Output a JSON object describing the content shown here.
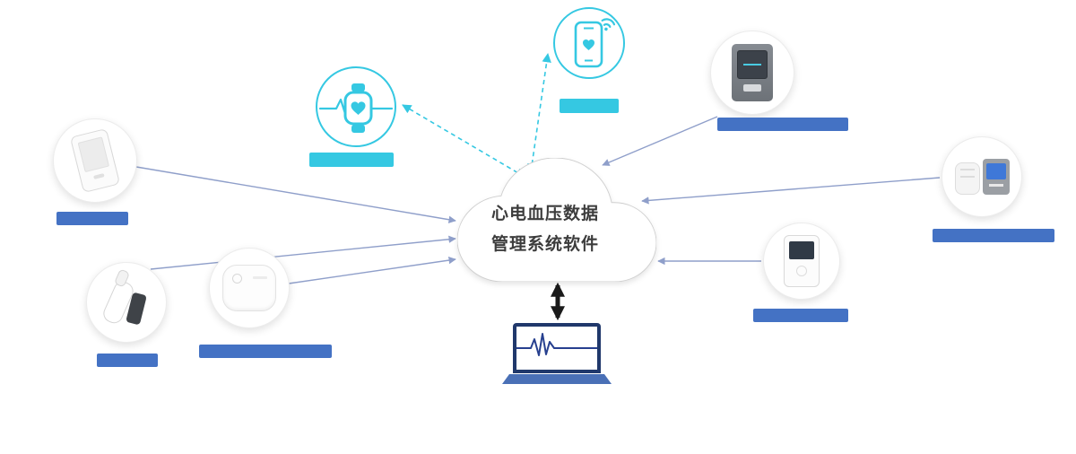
{
  "diagram": {
    "cloud": {
      "line1": "心电血压数据",
      "line2": "管理系统软件"
    },
    "nodes": [
      {
        "id": "smartwatch",
        "icon": "smartwatch-heart-icon",
        "label_style": "teal"
      },
      {
        "id": "smartphone",
        "icon": "smartphone-wifi-icon",
        "label_style": "teal"
      },
      {
        "id": "bp-monitor",
        "icon": "bp-monitor-image",
        "label_style": "blue"
      },
      {
        "id": "bp-cuff-device",
        "icon": "bp-cuff-device-image",
        "label_style": "blue"
      },
      {
        "id": "holter-recorder",
        "icon": "holter-recorder-image",
        "label_style": "blue"
      },
      {
        "id": "ecg-recorder",
        "icon": "ecg-recorder-image",
        "label_style": "blue"
      },
      {
        "id": "ear-thermometer",
        "icon": "ear-thermometer-image",
        "label_style": "blue"
      },
      {
        "id": "patch-device",
        "icon": "patch-device-image",
        "label_style": "blue"
      }
    ],
    "colors": {
      "teal": "#35c8e2",
      "label_blue": "#4472c4",
      "connector": "#8f9fca",
      "arrow_black": "#1a1a1a",
      "laptop_frame": "#20386b",
      "laptop_base": "#4a70b6"
    }
  }
}
